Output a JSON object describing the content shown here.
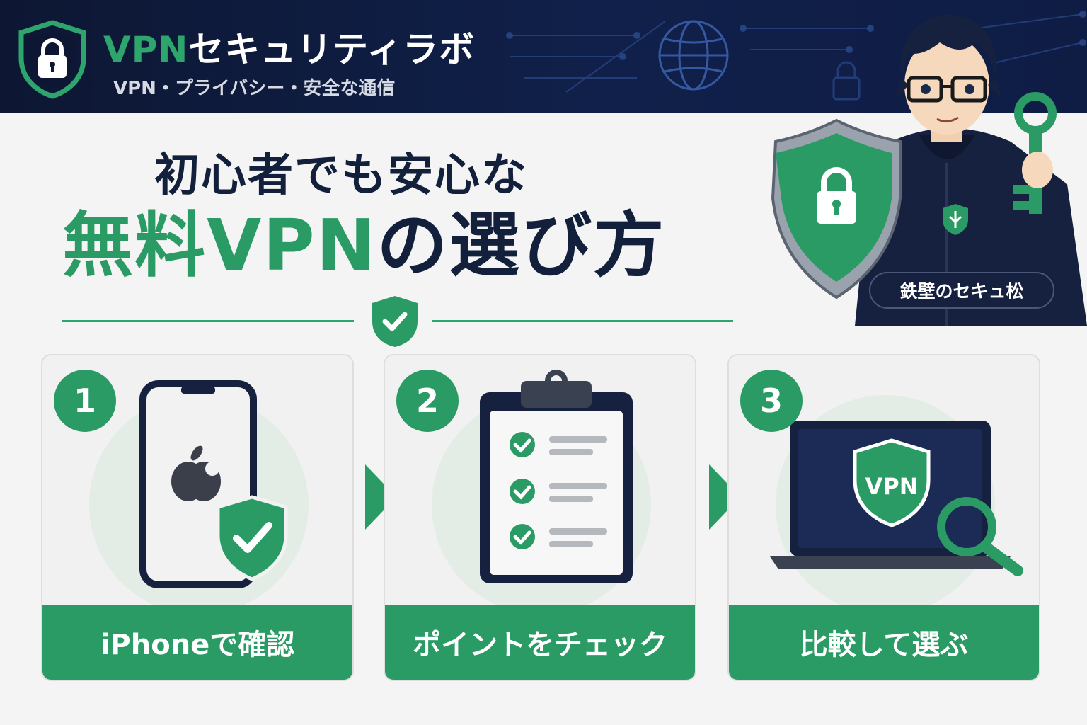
{
  "header": {
    "brand_accent": "VPN",
    "brand_rest": "セキュリティラボ",
    "tagline": "VPN・プライバシー・安全な通信"
  },
  "title": {
    "line1": "初心者でも安心な",
    "line2_accent": "無料VPN",
    "line2_rest": "の選び方"
  },
  "character": {
    "name": "鉄壁のセキュ松"
  },
  "steps": [
    {
      "number": "1",
      "label": "iPhoneで確認",
      "icon": "smartphone-shield-icon"
    },
    {
      "number": "2",
      "label": "ポイントをチェック",
      "icon": "clipboard-checklist-icon"
    },
    {
      "number": "3",
      "label": "比較して選ぶ",
      "icon": "laptop-vpn-magnifier-icon",
      "screen_text": "VPN"
    }
  ],
  "colors": {
    "green": "#2a9b64",
    "navy": "#13203c",
    "header": "#0d1733"
  }
}
